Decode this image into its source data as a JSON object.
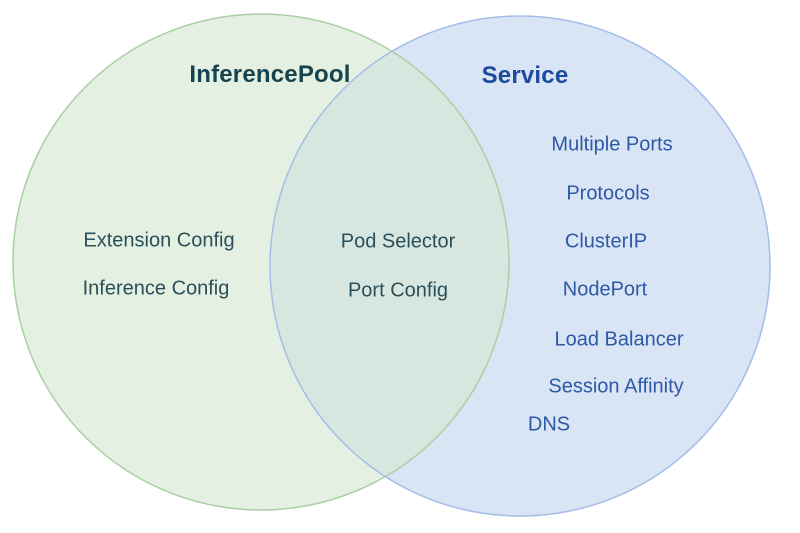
{
  "diagram": {
    "type": "venn",
    "left_set": {
      "title": "InferencePool",
      "items": [
        {
          "label": "Extension Config"
        },
        {
          "label": "Inference Config"
        }
      ]
    },
    "right_set": {
      "title": "Service",
      "items": [
        {
          "label": "Multiple Ports"
        },
        {
          "label": "Protocols"
        },
        {
          "label": "ClusterIP"
        },
        {
          "label": "NodePort"
        },
        {
          "label": "Load Balancer"
        },
        {
          "label": "Session Affinity"
        },
        {
          "label": "DNS"
        }
      ]
    },
    "intersection": {
      "items": [
        {
          "label": "Pod Selector"
        },
        {
          "label": "Port Config"
        }
      ]
    },
    "colors": {
      "left_fill": "#e4f0e2",
      "left_stroke": "#a9d0a3",
      "right_fill": "#d9e4f4",
      "right_stroke": "#a4bde9",
      "overlap_fill": "#d7e7e0",
      "left_title_text": "#17434f",
      "left_item_text": "#2b4f5a",
      "right_title_text": "#1b4a9e",
      "right_item_text": "#2d59a7",
      "background": "#ffffff"
    }
  }
}
